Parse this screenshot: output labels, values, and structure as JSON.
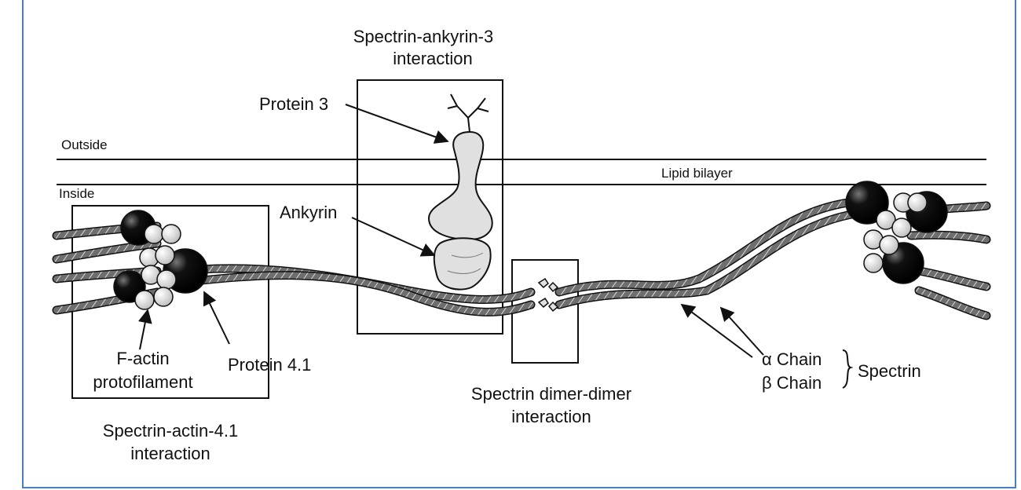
{
  "labels": {
    "spectrin_ankyrin_title_1": "Spectrin-ankyrin-3",
    "spectrin_ankyrin_title_2": "interaction",
    "protein3": "Protein 3",
    "outside": "Outside",
    "inside": "Inside",
    "lipid_bilayer": "Lipid bilayer",
    "ankyrin": "Ankyrin",
    "factin_1": "F-actin",
    "factin_2": "protofilament",
    "protein41": "Protein 4.1",
    "spectrin_actin_1": "Spectrin-actin-4.1",
    "spectrin_actin_2": "interaction",
    "dimer_1": "Spectrin dimer-dimer",
    "dimer_2": "interaction",
    "alpha_chain": "α Chain",
    "beta_chain": "β Chain",
    "spectrin": "Spectrin"
  },
  "colors": {
    "frame_border": "#4a7fc0",
    "line": "#111111",
    "filament_fill": "#6e6e6e",
    "protein_fill": "#e0e0e0"
  }
}
